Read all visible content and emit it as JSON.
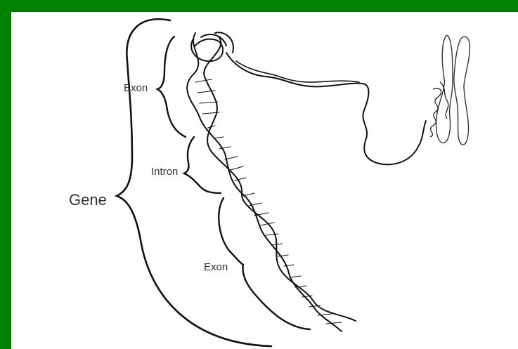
{
  "labels": {
    "gene": "Gene",
    "exon_top": "Exon",
    "intron": "Intron",
    "exon_bottom": "Exon"
  },
  "colors": {
    "frame": "#008000",
    "background": "#ffffff",
    "ink": "#111111"
  }
}
